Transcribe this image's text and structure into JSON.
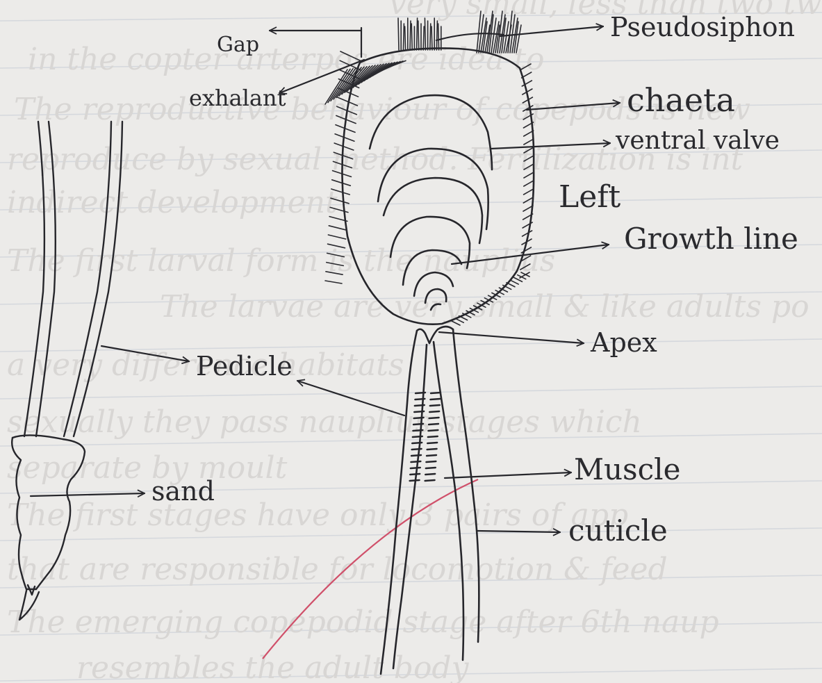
{
  "colors": {
    "paper": "#ecebe9",
    "ink": "#26262b",
    "rule_line": "#d5d8dd",
    "margin_line": "#d0506a",
    "bleed_text": "#d9d7d5"
  },
  "labels": {
    "pseudosiphon": "Pseudosiphon",
    "gap": "Gap",
    "exhalant": "exhalant",
    "chaeta": "chaeta",
    "ventral_valve": "ventral valve",
    "left": "Left",
    "growth_line": "Growth line",
    "apex": "Apex",
    "pedicle": "Pedicle",
    "sand": "sand",
    "muscle": "Muscle",
    "cuticle": "cuticle"
  },
  "bleed_through_text": [
    "very small, less than two two",
    "in the copter arterpos ere idea to",
    "The reproductive behaviour of copepods is new",
    "reproduce by sexual method. Fertilization is int",
    "indirect development",
    "The first larval form is the nauplius",
    "The larvae are very small & like adults po",
    "a very difference habitats",
    "sexually they pass nauplius stages which",
    "separate by moult",
    "The first stages have only 3 pairs of app",
    "that are responsible for locomotion & feed",
    "The emerging copepodid stage after 6th naup",
    "resembles the adult body"
  ]
}
